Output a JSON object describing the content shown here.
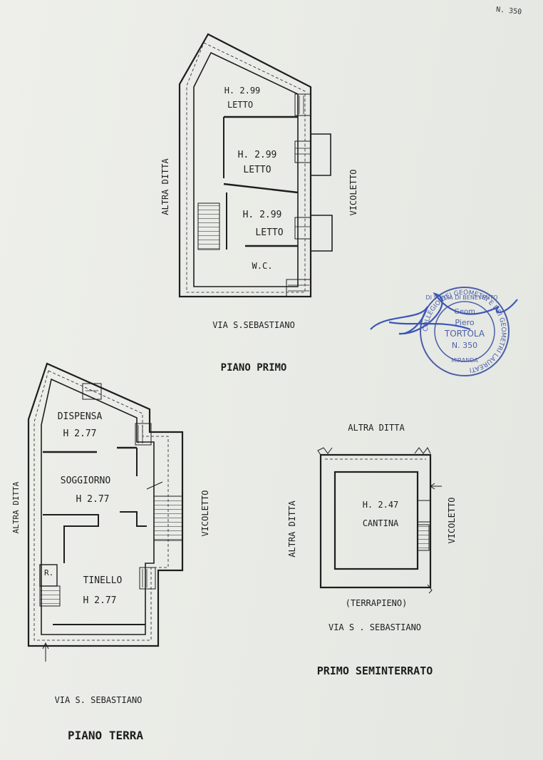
{
  "sheet": {
    "page_number": "N. 350"
  },
  "piano_primo": {
    "title": "PIANO PRIMO",
    "rooms": [
      {
        "height": "H. 2.99",
        "name": "LETTO"
      },
      {
        "height": "H. 2.99",
        "name": "LETTO"
      },
      {
        "height": "H. 2.99",
        "name": "LETTO"
      },
      {
        "name": "W.C."
      }
    ],
    "left_label": "ALTRA DITTA",
    "right_label": "VICOLETTO",
    "street_label": "VIA S.SEBASTIANO"
  },
  "piano_terra": {
    "title": "PIANO TERRA",
    "rooms": [
      {
        "name": "DISPENSA",
        "height": "H 2.77"
      },
      {
        "name": "SOGGIORNO",
        "height": "H 2.77"
      },
      {
        "name": "TINELLO",
        "height": "H 2.77"
      },
      {
        "name": "R."
      }
    ],
    "left_label": "ALTRA DITTA",
    "right_label": "VICOLETTO",
    "street_label": "VIA S. SEBASTIANO"
  },
  "primo_seminterrato": {
    "title": "PRIMO SEMINTERRATO",
    "top_label": "ALTRA DITTA",
    "left_label": "ALTRA DITTA",
    "right_label": "VICOLETTO",
    "room": {
      "height": "H. 2.47",
      "name": "CANTINA"
    },
    "bottom_label": "(TERRAPIENO)",
    "street_label": "VIA S . SEBASTIANO"
  },
  "stamp": {
    "ring_text": "COLLEGIO DEI GEOMETRI E DEI GEOMETRI LAUREATI",
    "district": "DI VINCIA DI BENEVENTO",
    "line1": "Geom",
    "line2": "Piero",
    "line3": "TORTOLA",
    "number": "N. 350",
    "city": "MIRANDA",
    "ink_color": "#4a5fa8"
  }
}
